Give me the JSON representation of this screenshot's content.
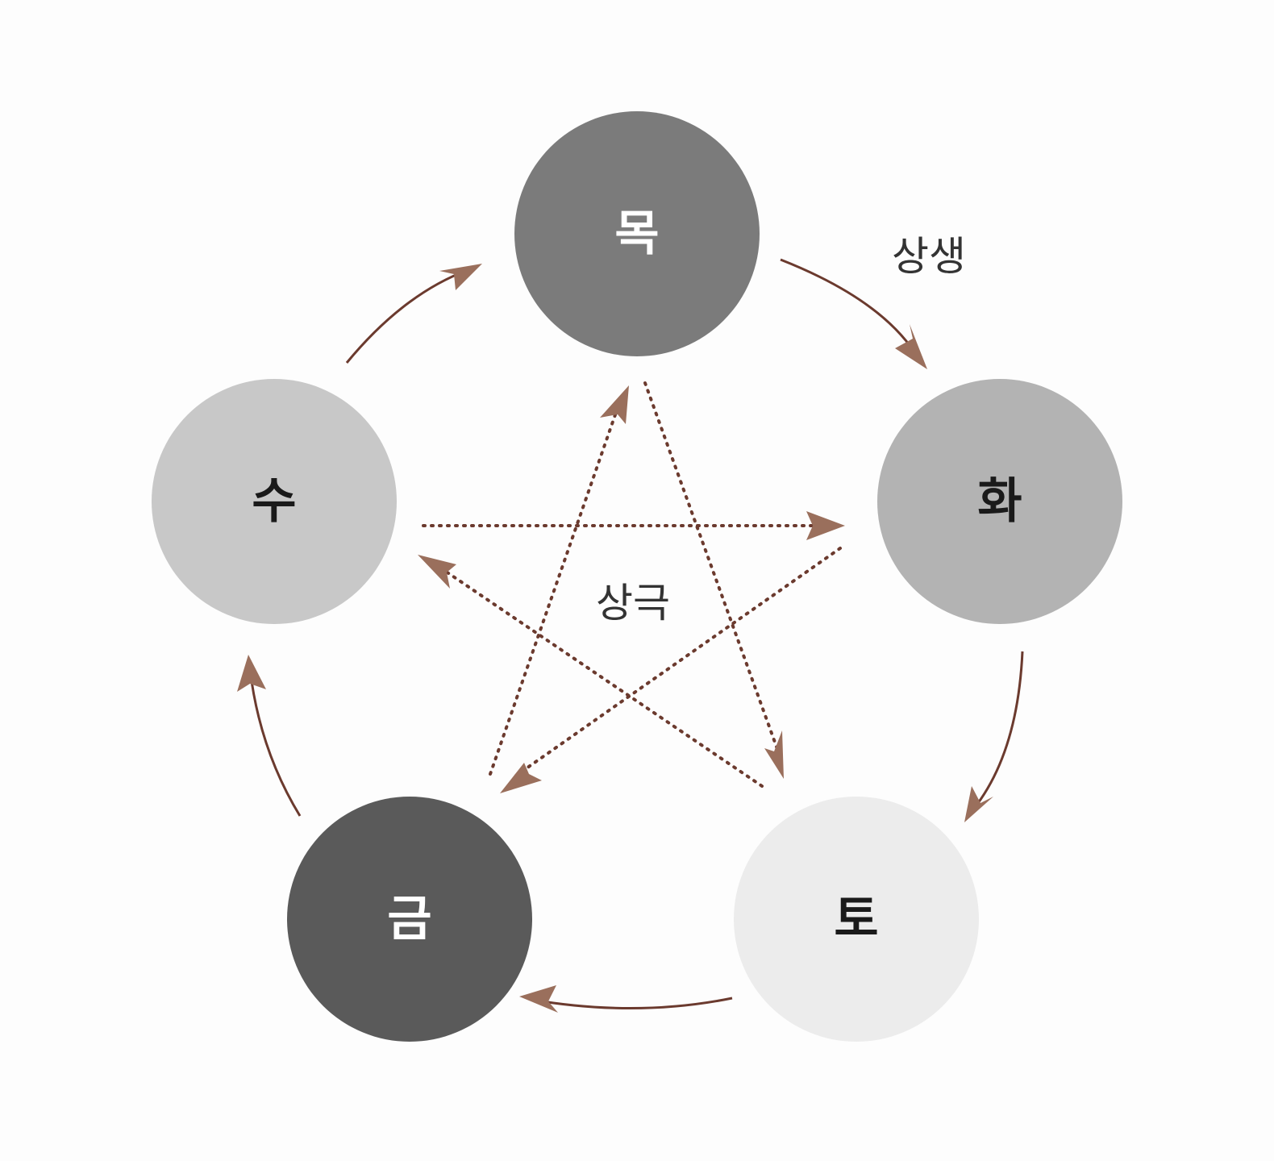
{
  "elements": {
    "wood": {
      "label": "목",
      "fill": "#7b7b7b",
      "text_color": "#ffffff"
    },
    "fire": {
      "label": "화",
      "fill": "#b3b3b3",
      "text_color": "#1a1a1a"
    },
    "earth": {
      "label": "토",
      "fill": "#ececec",
      "text_color": "#1a1a1a"
    },
    "metal": {
      "label": "금",
      "fill": "#5a5a5a",
      "text_color": "#ffffff"
    },
    "water": {
      "label": "수",
      "fill": "#c8c8c8",
      "text_color": "#1a1a1a"
    }
  },
  "labels": {
    "generating": "상생",
    "overcoming": "상극"
  },
  "colors": {
    "arrow": "#6b3a2e",
    "arrow_head": "#9a6f5c",
    "label_text": "#333333"
  }
}
